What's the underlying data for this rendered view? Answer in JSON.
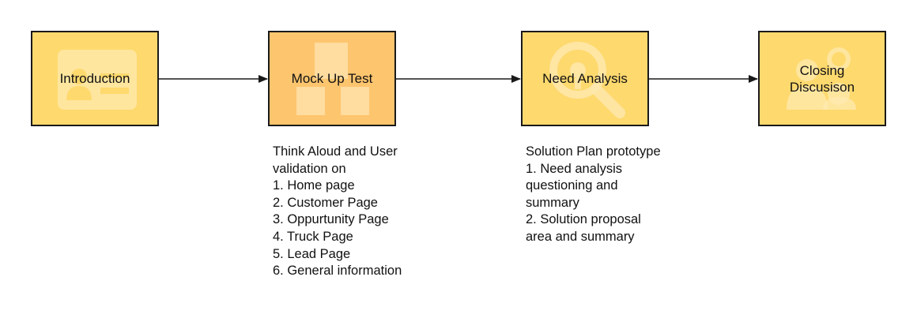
{
  "colors": {
    "box_yellow": "#fed96e",
    "box_orange": "#fdc56e",
    "stroke": "#1a1a1a",
    "icon_tint": "#ffe9b0"
  },
  "nodes": [
    {
      "label": "Introduction",
      "icon": "id-card-icon"
    },
    {
      "label": "Mock Up Test",
      "icon": "boxes-icon"
    },
    {
      "label": "Need Analysis",
      "icon": "magnifier-icon"
    },
    {
      "label": "Closing\nDiscusison",
      "icon": "people-icon"
    }
  ],
  "notes": {
    "mockup": "Think Aloud and User\nvalidation on\n1. Home page\n2. Customer Page\n3. Oppurtunity Page\n4. Truck Page\n5. Lead Page\n6. General information",
    "need_analysis": "Solution Plan prototype\n1. Need analysis\nquestioning and\nsummary\n2. Solution proposal\narea and summary"
  }
}
